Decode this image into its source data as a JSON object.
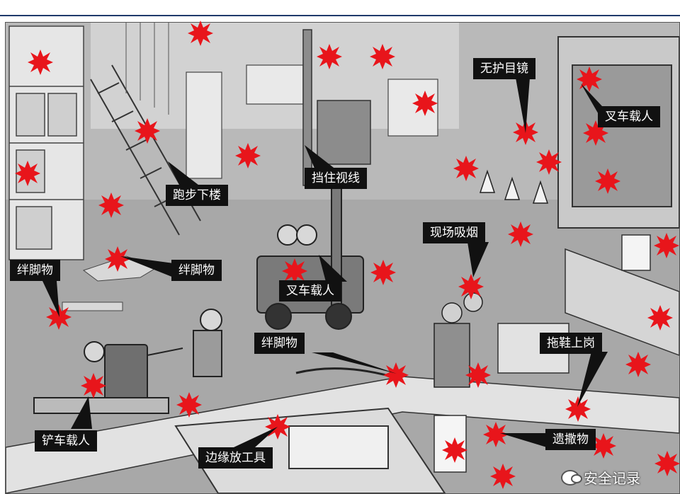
{
  "labels": {
    "no_goggles": "无护目镜",
    "forklift_rider_right": "叉车载人",
    "blocked_view": "挡住视线",
    "running_stairs": "跑步下楼",
    "trip_left_top": "绊脚物",
    "trip_left_mid": "绊脚物",
    "forklift_rider_center": "叉车载人",
    "smoking": "现场吸烟",
    "trip_center": "绊脚物",
    "slippers": "拖鞋上岗",
    "pallet_jack_rider": "铲车载人",
    "tools_on_edge": "边缘放工具",
    "dropped_items": "遗撒物"
  },
  "watermark": {
    "text": "安全记录",
    "icon": "wechat-icon"
  },
  "colors": {
    "burst": "#e8151b",
    "label_bg": "#111111",
    "label_text": "#ffffff",
    "header_rule": "#1f3a6b"
  }
}
